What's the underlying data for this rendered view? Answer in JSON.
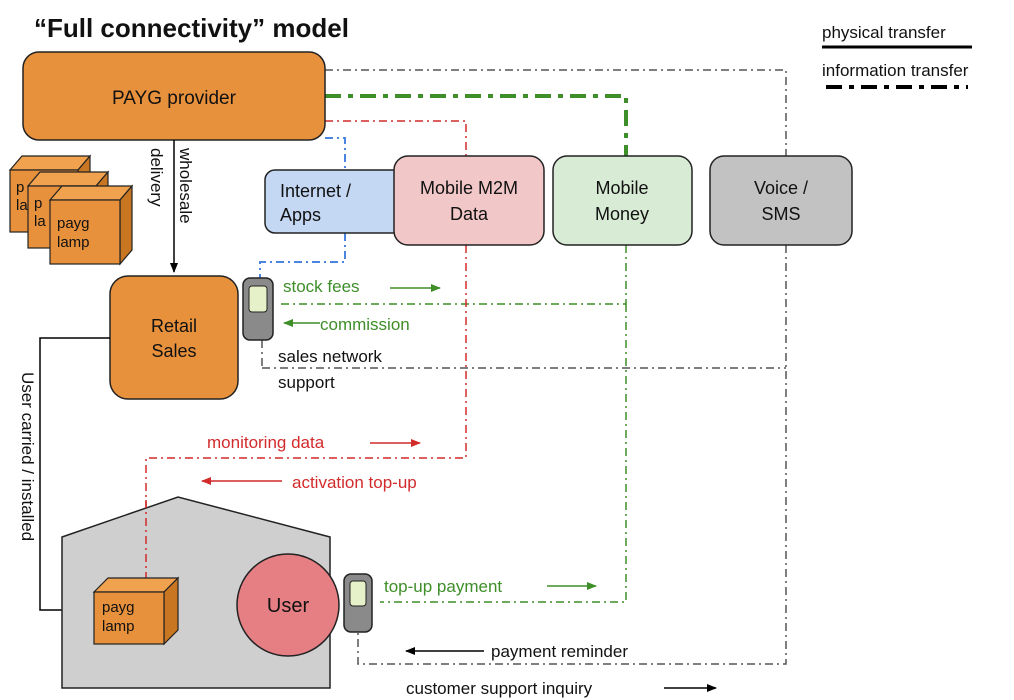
{
  "title": "“Full connectivity” model",
  "legend": {
    "physical": "physical transfer",
    "information": "information transfer"
  },
  "nodes": {
    "provider": "PAYG provider",
    "internet_l1": "Internet /",
    "internet_l2": "Apps",
    "m2m_l1": "Mobile M2M",
    "m2m_l2": "Data",
    "money_l1": "Mobile",
    "money_l2": "Money",
    "voice_l1": "Voice /",
    "voice_l2": "SMS",
    "retail_l1": "Retail",
    "retail_l2": "Sales",
    "user": "User",
    "lamp_l1": "payg",
    "lamp_l2": "lamp",
    "stack_lamp_l1": "payg",
    "stack_lamp_l2": "lamp",
    "stack_partial_1": "p",
    "stack_partial_2": "la",
    "stack_partial_3": "p",
    "stack_partial_4": "la"
  },
  "flows": {
    "wholesale_l1": "wholesale",
    "wholesale_l2": "delivery",
    "user_carried": "User carried / installed",
    "stock_fees": "stock fees",
    "commission": "commission",
    "sales_support_l1": "sales network",
    "sales_support_l2": "support",
    "monitoring": "monitoring data",
    "activation": "activation top-up",
    "topup_payment": "top-up payment",
    "payment_reminder": "payment reminder",
    "customer_support": "customer support inquiry"
  },
  "colors": {
    "orange_box": "#E8913D",
    "blue_box": "#C5D8F3",
    "pink_box": "#F2C7C8",
    "green_box": "#D8EBD4",
    "gray_box": "#C2C2C2",
    "house": "#CFCFCF",
    "user_circle": "#E57F83",
    "red_line": "#D22B2B",
    "green_line": "#3E8E29",
    "blue_line": "#4A86E0",
    "gray_line": "#555555"
  }
}
